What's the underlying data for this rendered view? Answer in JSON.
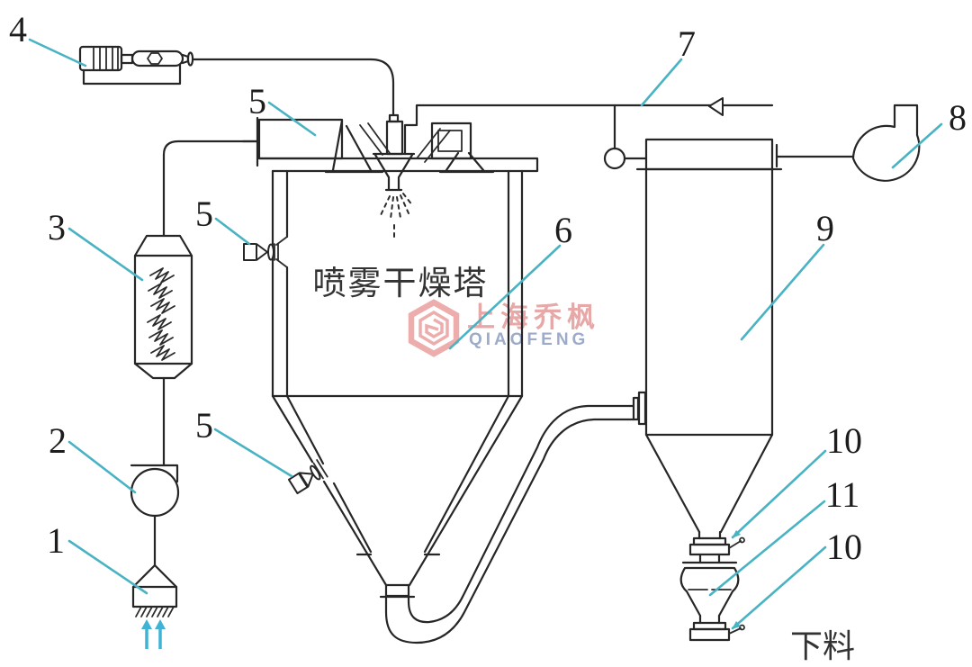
{
  "diagram": {
    "tower_label": "喷雾干燥塔",
    "discharge_label": "下料",
    "colors": {
      "line": "#262626",
      "leader": "#49b3c3",
      "flow_arrow": "#3fb3d6",
      "watermark_red": "#dd5c5c",
      "watermark_text_red": "#e39a9a",
      "watermark_text_blue": "#93a3c4"
    },
    "watermark": {
      "cn_text": "上海乔枫",
      "en_text": "QIAOFENG"
    },
    "callouts": [
      {
        "text": "4"
      },
      {
        "text": "5"
      },
      {
        "text": "7"
      },
      {
        "text": "8"
      },
      {
        "text": "3"
      },
      {
        "text": "5"
      },
      {
        "text": "6"
      },
      {
        "text": "9"
      },
      {
        "text": "2"
      },
      {
        "text": "1"
      },
      {
        "text": "5"
      },
      {
        "text": "10"
      },
      {
        "text": "11"
      },
      {
        "text": "10"
      }
    ]
  }
}
